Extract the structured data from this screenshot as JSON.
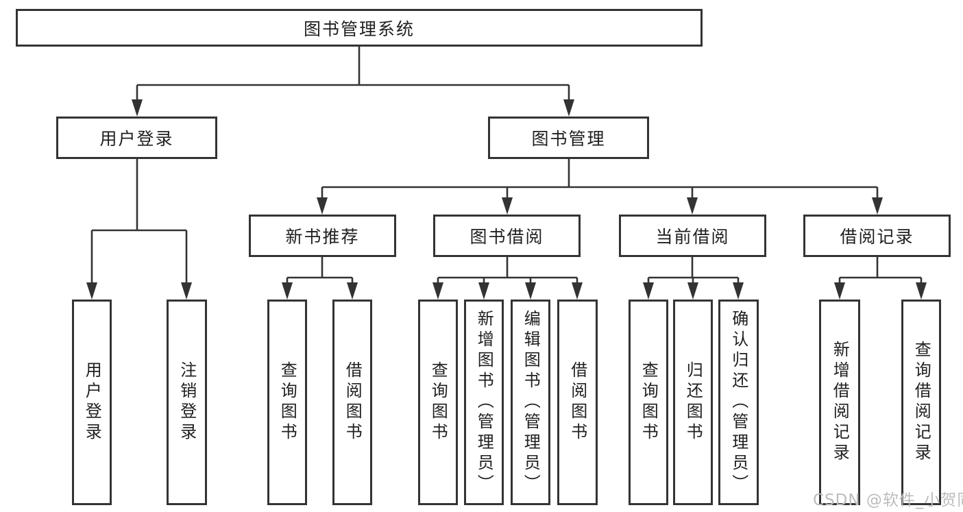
{
  "tree": {
    "root": {
      "label": "图书管理系统"
    },
    "user_login": {
      "label": "用户登录",
      "children": [
        "用户登录",
        "注销登录"
      ]
    },
    "book_mgmt": {
      "label": "图书管理"
    },
    "new_books": {
      "label": "新书推荐",
      "children": [
        "查询图书",
        "借阅图书"
      ]
    },
    "book_borrow": {
      "label": "图书借阅",
      "children": [
        "查询图书",
        "新增图书（管理员）",
        "编辑图书（管理员）",
        "借阅图书"
      ]
    },
    "current_borrow": {
      "label": "当前借阅",
      "children": [
        "查询图书",
        "归还图书",
        "确认归还（管理员）"
      ]
    },
    "borrow_records": {
      "label": "借阅记录",
      "children": [
        "新增借阅记录",
        "查询借阅记录"
      ]
    }
  },
  "watermark": "CSDN @软件_小贺同学",
  "colors": {
    "line": "#333333",
    "text": "#1f1f1f",
    "watermark": "#bcbcbc",
    "background": "#ffffff"
  }
}
